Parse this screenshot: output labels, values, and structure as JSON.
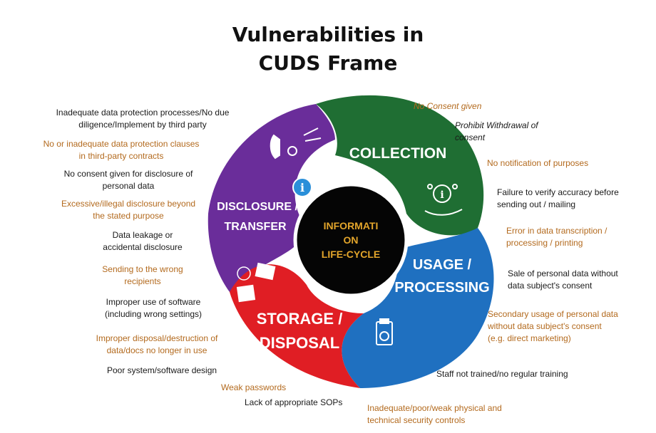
{
  "title": {
    "line1": "Vulnerabilities in",
    "line2": "CUDS Frame"
  },
  "colors": {
    "collection": "#1f6e33",
    "usage": "#1f70c0",
    "storage": "#e01e24",
    "disclosure": "#6a2d9a",
    "hub": "#050505",
    "hub_text": "#e3a52b",
    "note_dark": "#1a1a1a",
    "note_brown": "#b36a1e"
  },
  "segments": {
    "collection": {
      "label": "COLLECTION",
      "icon": "hand-info-icon"
    },
    "usage": {
      "line1": "USAGE /",
      "line2": "PROCESSING",
      "icon": "clipboard-info-icon"
    },
    "storage": {
      "line1": "STORAGE /",
      "line2": "DISPOSAL",
      "icon": "documents-info-icon"
    },
    "disclosure": {
      "line1": "DISCLOSURE /",
      "line2": "TRANSFER",
      "icon": "speaker-info-icon"
    }
  },
  "hub": {
    "line1": "INFORMATI",
    "line2": "ON",
    "line3": "LIFE-CYCLE"
  },
  "left_notes": [
    {
      "l1": "Inadequate data protection processes/No due",
      "l2": "diligence/Implement by third party"
    },
    {
      "l1": "No or inadequate data protection clauses",
      "l2": "in third-party contracts"
    },
    {
      "l1": "No consent given for disclosure of",
      "l2": "personal data"
    },
    {
      "l1": "Excessive/illegal disclosure beyond",
      "l2": "the stated purpose"
    },
    {
      "l1": "Data leakage or",
      "l2": "accidental disclosure"
    },
    {
      "l1": "Sending to the wrong",
      "l2": "recipients"
    },
    {
      "l1": "Improper use of software",
      "l2": "(including wrong settings)"
    },
    {
      "l1": "Improper disposal/destruction of",
      "l2": "data/docs no longer in use"
    },
    {
      "l1": "Poor system/software design"
    },
    {
      "l1": "Weak passwords"
    },
    {
      "l1": "Lack of appropriate SOPs"
    }
  ],
  "right_notes": [
    {
      "l1": "No Consent given"
    },
    {
      "l1": "Prohibit Withdrawal of",
      "l2": "consent"
    },
    {
      "l1": "No notification of purposes"
    },
    {
      "l1": "Failure to verify accuracy before",
      "l2": "sending out / mailing"
    },
    {
      "l1": "Error in data transcription /",
      "l2": "processing / printing"
    },
    {
      "l1": "Sale of personal data without",
      "l2": "data subject's consent"
    },
    {
      "l1": "Secondary usage of personal data",
      "l2": "without data subject's consent",
      "l3": "(e.g. direct marketing)"
    },
    {
      "l1": "Staff not trained/no regular training"
    },
    {
      "l1": "Inadequate/poor/weak physical and",
      "l2": "technical security controls"
    }
  ]
}
